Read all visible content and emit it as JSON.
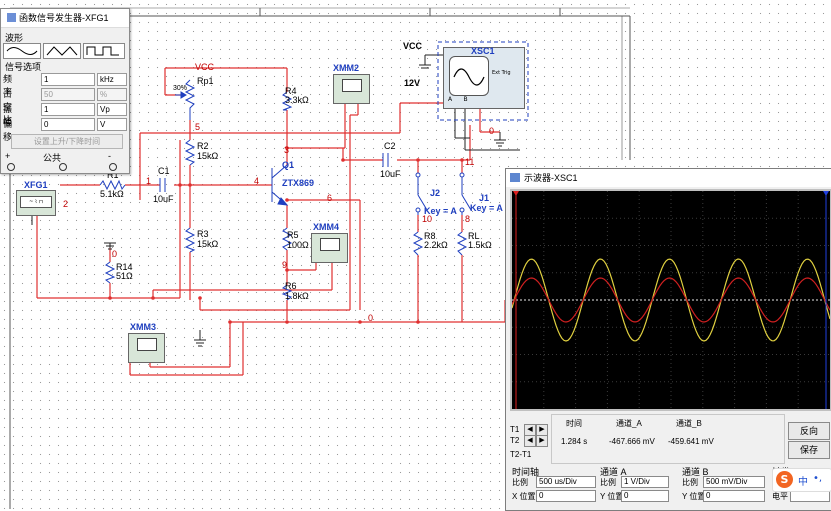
{
  "fg": {
    "title": "函数信号发生器-XFG1",
    "waveform_label": "波形",
    "signal_options_label": "信号选项",
    "rows": [
      {
        "label": "频率",
        "value": "1",
        "unit": "kHz"
      },
      {
        "label": "占空比",
        "value": "50",
        "unit": "%"
      },
      {
        "label": "振幅",
        "value": "1",
        "unit": "Vp"
      },
      {
        "label": "偏移",
        "value": "0",
        "unit": "V"
      }
    ],
    "set_rise_fall_button": "设置上升/下降时间",
    "plus_label": "+",
    "common_label": "公共",
    "minus_label": "-"
  },
  "circuit": {
    "vcc_top": "VCC",
    "vcc_right": "VCC",
    "v12": "12V",
    "xsc1": "XSC1",
    "ext_trig": "Ext Trig",
    "rp1": "Rp1",
    "rp1_pct": "30%",
    "xmm2": "XMM2",
    "xmm4": "XMM4",
    "xmm3": "XMM3",
    "r4": "R4",
    "r4_val": "3.3kΩ",
    "r2": "R2",
    "r2_val": "15kΩ",
    "r3": "R3",
    "r3_val": "15kΩ",
    "r1": "R1",
    "r1_val": "5.1kΩ",
    "c1": "C1",
    "c1_val": "10uF",
    "c2": "C2",
    "c2_val": "10uF",
    "q1": "Q1",
    "q1_model": "ZTX869",
    "r5": "R5",
    "r5_val": "100Ω",
    "r6": "R6",
    "r6_val": "1.8kΩ",
    "r8": "R8",
    "r8_val": "2.2kΩ",
    "rl": "RL",
    "rl_val": "1.5kΩ",
    "r14": "R14",
    "r14_val": "51Ω",
    "j1": "J1",
    "j1_key": "Key = A",
    "j2": "J2",
    "j2_key": "Key = A",
    "xfg1": "XFG1",
    "nets": [
      "5",
      "3",
      "1",
      "4",
      "2",
      "6",
      "9",
      "10",
      "8",
      "0",
      "0",
      "11",
      "0"
    ]
  },
  "osc": {
    "title": "示波器-XSC1",
    "cols": [
      "时间",
      "通道_A",
      "通道_B"
    ],
    "t1": "T1",
    "t2": "T2",
    "t2t1": "T2-T1",
    "time": "1.284 s",
    "cha": "-467.666 mV",
    "chb": "-459.641 mV",
    "reverse_button": "反向",
    "save_button": "保存",
    "timebase": {
      "label": "时间轴",
      "scale_label": "比例",
      "scale": "500 us/Div",
      "pos_label": "X 位置",
      "pos": "0"
    },
    "channel_a": {
      "label": "通道 A",
      "scale_label": "比例",
      "scale": "1 V/Div",
      "pos_label": "Y 位置",
      "pos": "0"
    },
    "channel_b": {
      "label": "通道 B",
      "scale_label": "比例",
      "scale": "500 mV/Div",
      "pos_label": "Y 位置",
      "pos": "0"
    },
    "trigger": {
      "label": "触发",
      "edge_label": "边沿",
      "level_label": "电平"
    }
  },
  "ime": {
    "logo": "S",
    "lang": "中"
  },
  "colors": {
    "wire": "#e03030",
    "wire_dark": "#cc1f1f",
    "component": "#1f3fbf",
    "trace_a": "#e0d040",
    "trace_b": "#d02020",
    "screen_bg": "#000000",
    "grid": "#3a3a3a"
  }
}
